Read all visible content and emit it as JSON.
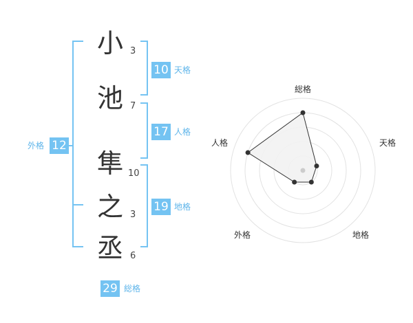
{
  "name_characters": [
    {
      "char": "小",
      "strokes": "3"
    },
    {
      "char": "池",
      "strokes": "7"
    },
    {
      "char": "隼",
      "strokes": "10"
    },
    {
      "char": "之",
      "strokes": "3"
    },
    {
      "char": "丞",
      "strokes": "6"
    }
  ],
  "kakusu": {
    "tenkaku": {
      "value": "10",
      "label": "天格"
    },
    "jinkaku": {
      "value": "17",
      "label": "人格"
    },
    "chikaku": {
      "value": "19",
      "label": "地格"
    },
    "gaikaku": {
      "value": "12",
      "label": "外格"
    },
    "soukaku": {
      "value": "29",
      "label": "総格"
    }
  },
  "radar": {
    "axes": [
      "総格",
      "天格",
      "地格",
      "外格",
      "人格"
    ],
    "rings": 5,
    "values": [
      4,
      1,
      1,
      1,
      4
    ],
    "fill_color": "#f2f2f2",
    "line_color": "#333333",
    "bracket_color": "#74c3f2"
  }
}
